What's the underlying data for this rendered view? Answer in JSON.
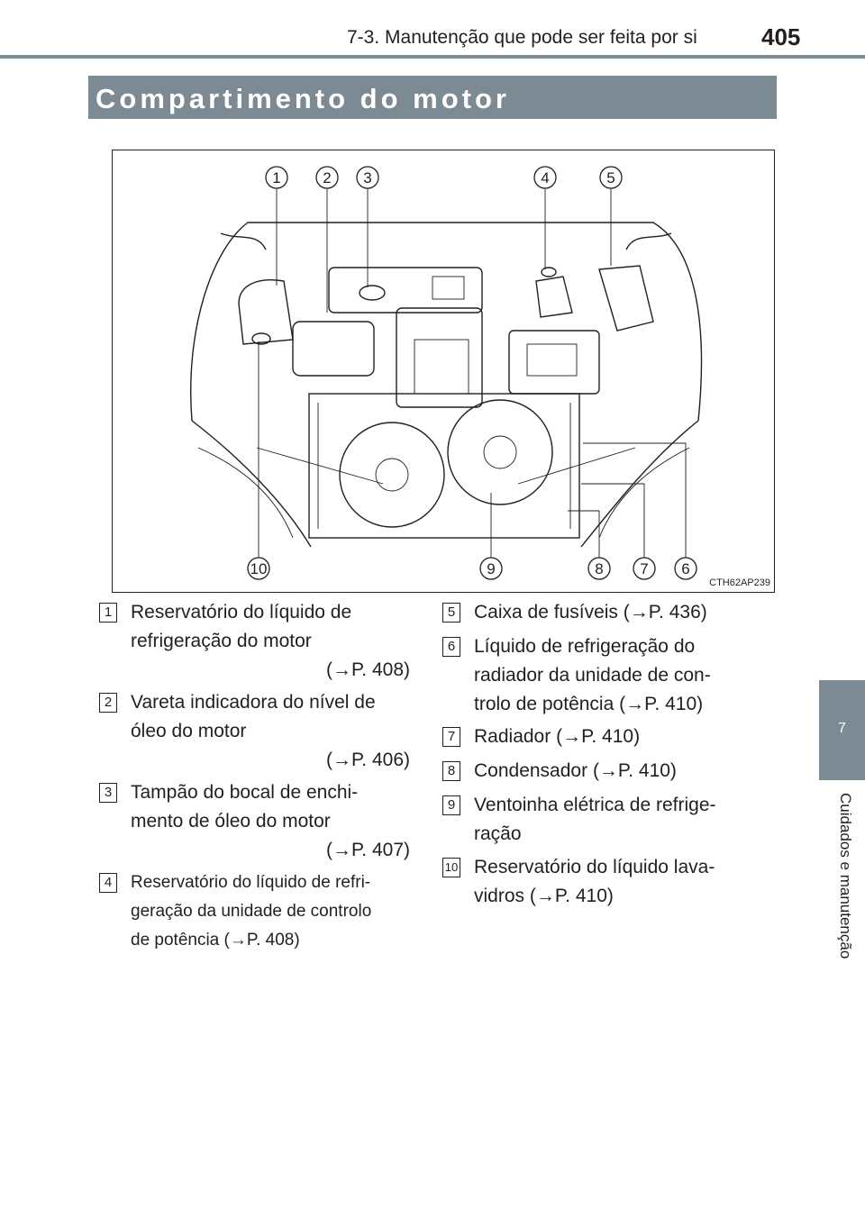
{
  "header": {
    "title": "7-3. Manutenção que pode ser feita por si",
    "page_number": "405"
  },
  "section": {
    "title": "Compartimento do motor"
  },
  "figure": {
    "code": "CTH62AP239",
    "callouts": [
      "1",
      "2",
      "3",
      "4",
      "5",
      "6",
      "7",
      "8",
      "9",
      "10"
    ]
  },
  "side_tab": {
    "chapter_number": "7",
    "chapter_title": "Cuidados e manutenção"
  },
  "legend": [
    {
      "num": "1",
      "lines": [
        "Reservatório do líquido de",
        "refrigeração do motor"
      ],
      "ref": "(→P. 408)"
    },
    {
      "num": "2",
      "lines": [
        "Vareta indicadora do nível de",
        "óleo do motor"
      ],
      "ref": "(→P. 406)"
    },
    {
      "num": "3",
      "lines": [
        "Tampão do bocal de enchi-",
        "mento de óleo do motor"
      ],
      "ref": "(→P. 407)"
    },
    {
      "num": "4",
      "lines": [
        "Reservatório do líquido de refri-",
        "geração da unidade de controlo",
        "de potência"
      ],
      "ref": "(→P. 408)"
    },
    {
      "num": "5",
      "lines": [
        "Caixa de fusíveis"
      ],
      "ref": "(→P. 436)"
    },
    {
      "num": "6",
      "lines": [
        "Líquido de refrigeração do",
        "radiador da unidade de con-",
        "trolo de potência"
      ],
      "ref": "(→P. 410)"
    },
    {
      "num": "7",
      "lines": [
        "Radiador"
      ],
      "ref": "(→P. 410)"
    },
    {
      "num": "8",
      "lines": [
        "Condensador"
      ],
      "ref": "(→P. 410)"
    },
    {
      "num": "9",
      "lines": [
        "Ventoinha elétrica de refrige-",
        "ração"
      ],
      "ref": ""
    },
    {
      "num": "10",
      "lines": [
        "Reservatório do líquido lava-",
        "vidros"
      ],
      "ref": "(→P. 410)"
    }
  ]
}
